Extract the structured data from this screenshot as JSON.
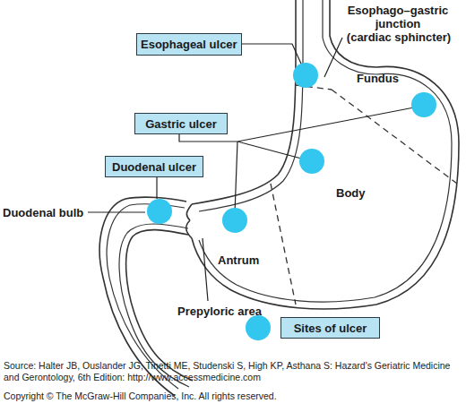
{
  "diagram": {
    "nodes": [
      {
        "text": [
          "Esophageal ulcer"
        ]
      },
      {
        "text": [
          "Gastric ulcer"
        ]
      },
      {
        "text": [
          "Duodenal ulcer"
        ]
      }
    ],
    "labels": [
      "Esophago–gastric junction",
      "(cardiac sphincter)",
      "Fundus",
      "Body",
      "Antrum",
      "Duodenal bulb",
      "Prepyloric area",
      "Source: Halter JB, Ouslander JG, Tinetti ME, Studenski S, High KP, Asthana S: Hazard's Geriatric Medicine and Gerontology, 6th Edition: http://www.accessmedicine.com",
      "Copyright © The McGraw-Hill Companies, Inc. All rights reserved."
    ],
    "legend": [
      {
        "text": "Sites of ulcer",
        "color": "#33c6ee"
      }
    ]
  }
}
